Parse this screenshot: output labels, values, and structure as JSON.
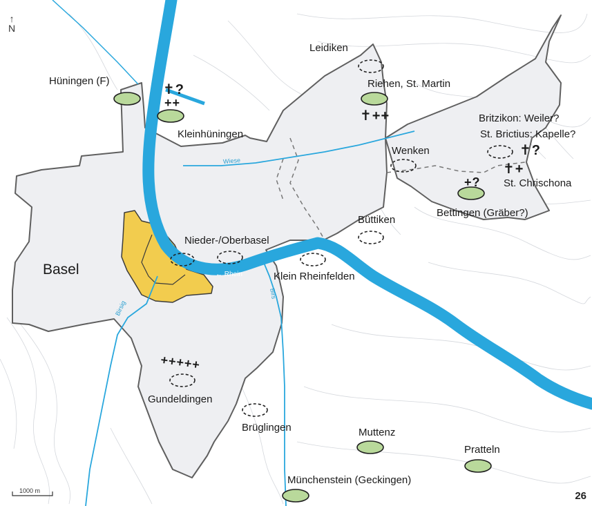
{
  "north": {
    "arrow": "↑",
    "letter": "N"
  },
  "scale_bar": {
    "label": "1000 m"
  },
  "page_number": "26",
  "colors": {
    "river": "#29a7dd",
    "settlement_known": "#b9d99b",
    "old_town": "#f2cc4e",
    "boundary": "#5f5f5f",
    "municipality_fill": "#eeeff2"
  },
  "city": {
    "name": "Basel"
  },
  "rivers": {
    "rhein": "← Rhein",
    "wiese": "Wiese",
    "birsig": "Birsig",
    "birs": "Birs"
  },
  "places": {
    "hueningen": "Hüningen (F)",
    "kleinhueningen": "Kleinhüningen",
    "leidiken": "Leidiken",
    "riehen": "Riehen, St. Martin",
    "britzikon": "Britzikon: Weiler?",
    "brictius": "St. Brictius: Kapelle?",
    "wenken": "Wenken",
    "chrischona": "St. Chrischona",
    "bettingen": "Bettingen (Gräber?)",
    "buettiken": "Büttiken",
    "niederbasel": "Nieder-/Oberbasel",
    "kleinrheinfelden": "Klein Rheinfelden",
    "gundeldingen": "Gundeldingen",
    "brueglingen": "Brüglingen",
    "muttenz": "Muttenz",
    "pratteln": "Pratteln",
    "muenchenstein": "Münchenstein (Geckingen)"
  },
  "symbols": {
    "kleinhueningen_top": "✝?",
    "kleinhueningen_bottom": "++",
    "riehen": "✝++",
    "brictius": "✝?",
    "chrischona": "✝+",
    "bettingen": "+?",
    "gundeldingen": "+++++"
  }
}
